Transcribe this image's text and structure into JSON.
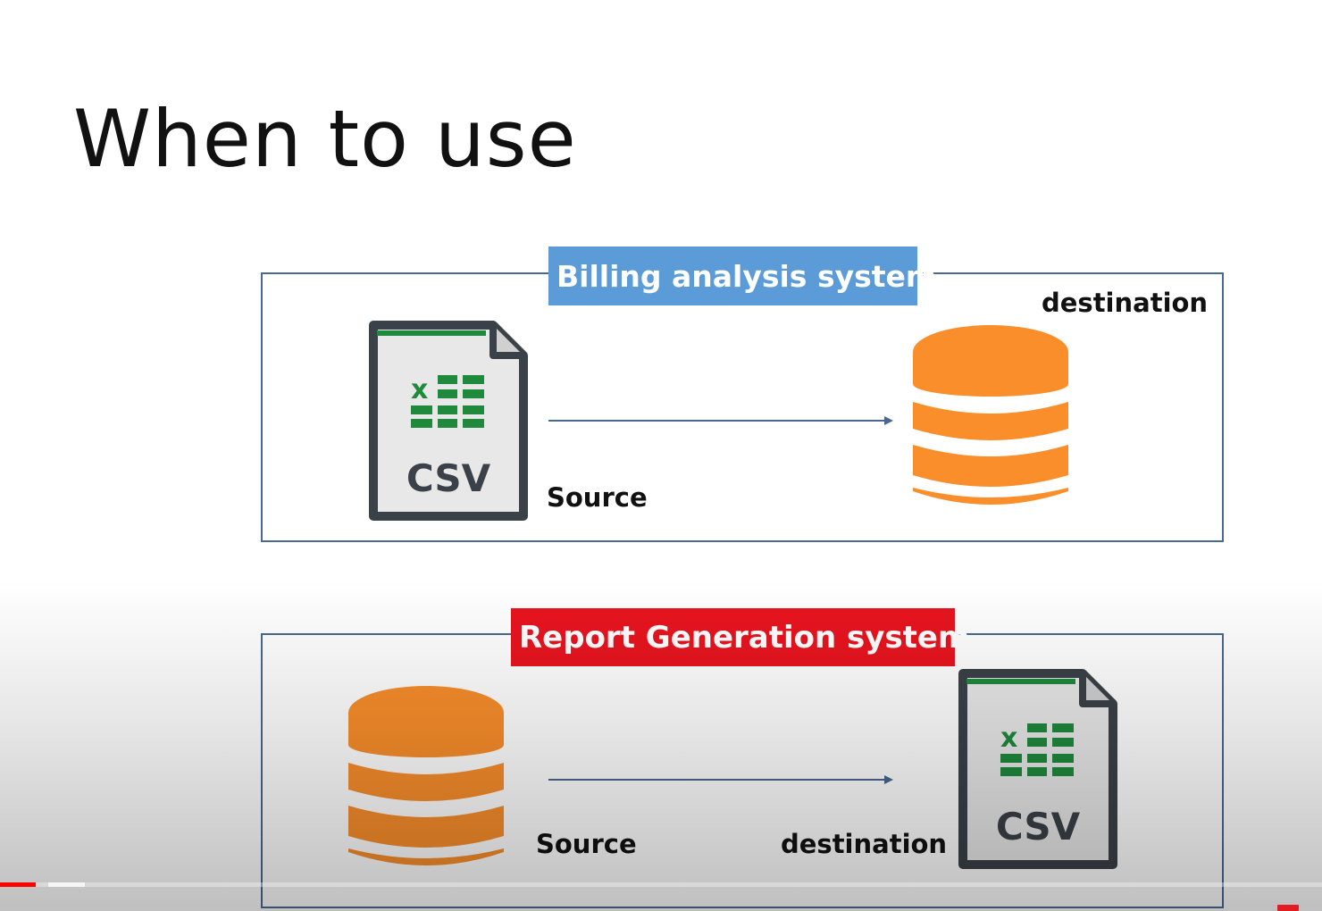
{
  "slide": {
    "title": "When to use",
    "billing": {
      "banner": "Billing analysis system",
      "source_label": "Source",
      "destination_label": "destination",
      "file_label": "CSV"
    },
    "report": {
      "banner": "Report Generation system",
      "source_label": "Source",
      "destination_label": "destination",
      "file_label": "CSV"
    }
  },
  "colors": {
    "billing_banner": "#5a9bd8",
    "report_banner": "#e8141f",
    "database": "#f98e2b",
    "csv_frame": "#3b4148",
    "excel_green": "#1f8a3c",
    "panel_border": "#4a6890",
    "arrow": "#4a6890"
  },
  "icons": [
    "csv-file-icon",
    "database-icon",
    "arrow-right-icon"
  ],
  "player": {
    "played_fraction": 0.027,
    "buffered_fraction": 0.055
  }
}
